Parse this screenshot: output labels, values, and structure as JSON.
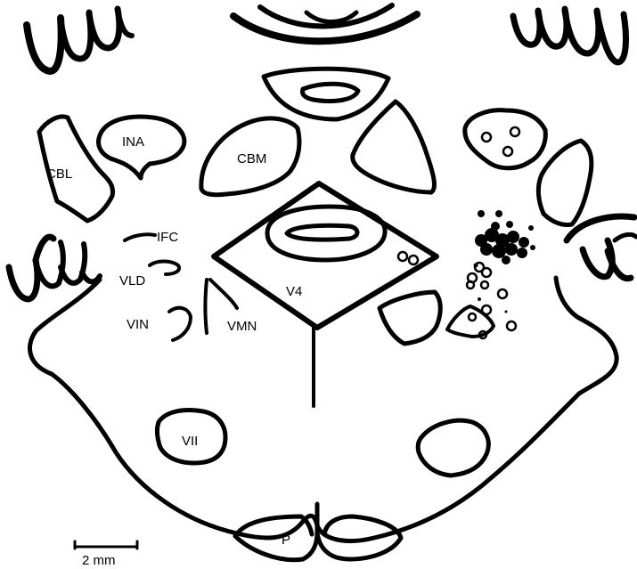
{
  "labels": {
    "cbl": "CBL",
    "ina": "INA",
    "cbm": "CBM",
    "ifc": "IFC",
    "vld": "VLD",
    "vin": "VIN",
    "vmn": "VMN",
    "v4": "V4",
    "vii": "VII",
    "p": "P"
  },
  "scale_bar": {
    "label": "2 mm"
  },
  "colors": {
    "ink": "#000000",
    "background": "#ffffff"
  }
}
